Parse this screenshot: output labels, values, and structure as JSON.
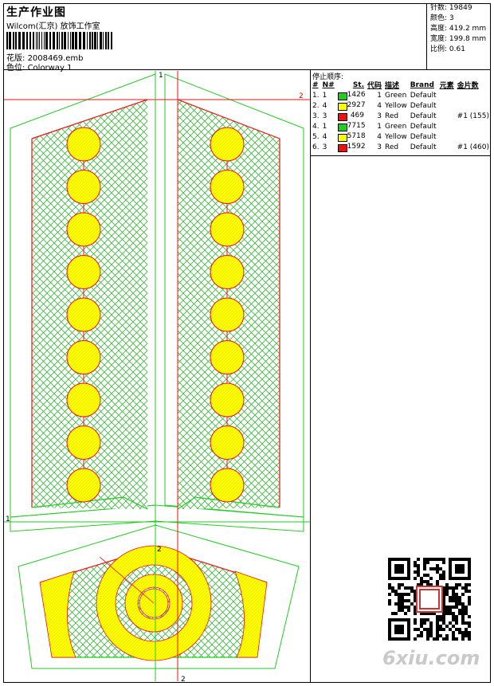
{
  "header": {
    "title": "生产作业图",
    "company": "Wilcom(汇京) 放饰工作室",
    "design_label": "花版:",
    "design_value": "2008469.emb",
    "colorway_label": "色位:",
    "colorway_value": "Colorway 1"
  },
  "stats": {
    "stitches_label": "针数:",
    "stitches_value": "19849",
    "colors_label": "颜色:",
    "colors_value": "3",
    "height_label": "高度:",
    "height_value": "419.2 mm",
    "width_label": "宽度:",
    "width_value": "199.8 mm",
    "scale_label": "比例:",
    "scale_value": "0.61"
  },
  "color_sequence": {
    "title": "停止顺序:",
    "columns": [
      "#",
      "N#",
      "St.",
      "代码",
      "描述",
      "Brand",
      "元素",
      "金片数"
    ],
    "rows": [
      {
        "idx": "1.",
        "n": "1",
        "st": "1426",
        "code": "1",
        "desc": "Green",
        "brand": "Default",
        "element": "",
        "sequins": "",
        "color": "#22cc22"
      },
      {
        "idx": "2.",
        "n": "4",
        "st": "2927",
        "code": "4",
        "desc": "Yellow",
        "brand": "Default",
        "element": "",
        "sequins": "",
        "color": "#ffff00"
      },
      {
        "idx": "3.",
        "n": "3",
        "st": "469",
        "code": "3",
        "desc": "Red",
        "brand": "Default",
        "element": "",
        "sequins": "#1 (155)",
        "color": "#ee1111"
      },
      {
        "idx": "4.",
        "n": "1",
        "st": "7715",
        "code": "1",
        "desc": "Green",
        "brand": "Default",
        "element": "",
        "sequins": "",
        "color": "#22cc22"
      },
      {
        "idx": "5.",
        "n": "4",
        "st": "5718",
        "code": "4",
        "desc": "Yellow",
        "brand": "Default",
        "element": "",
        "sequins": "",
        "color": "#ffff00"
      },
      {
        "idx": "6.",
        "n": "3",
        "st": "1592",
        "code": "3",
        "desc": "Red",
        "brand": "Default",
        "element": "",
        "sequins": "#1 (460)",
        "color": "#ee1111"
      }
    ]
  },
  "canvas": {
    "markers": {
      "top_center": "1",
      "top_right": "2",
      "left_mid": "1",
      "mid_center": "2",
      "bottom_center": "2"
    }
  },
  "watermark": "6xiu.com",
  "colors": {
    "green": "#22cc22",
    "yellow": "#ffff00",
    "red": "#ee1111",
    "fill_green": "#66cc66"
  }
}
